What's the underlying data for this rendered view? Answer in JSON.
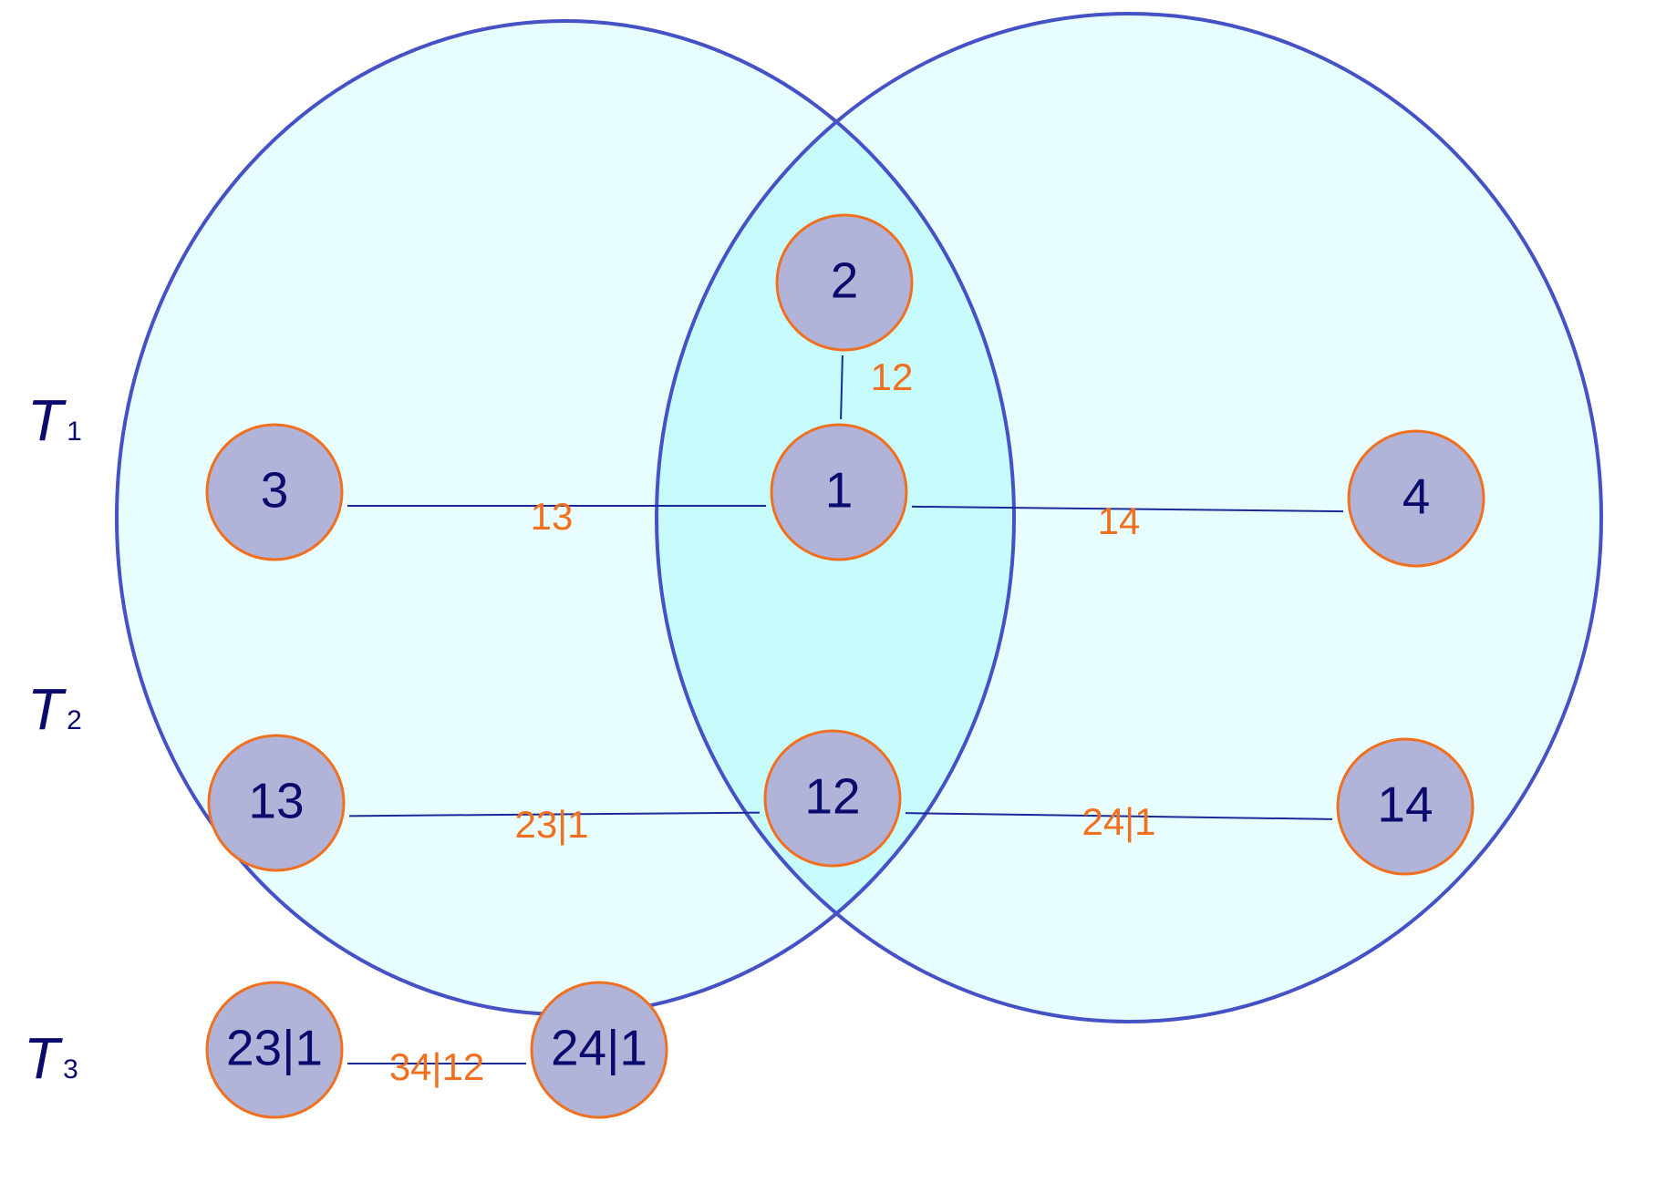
{
  "colors": {
    "region_fill": "#e8fdfd",
    "overlap_fill": "#c8fcfc",
    "region_stroke": "#4452c6",
    "node_fill": "#b1b3d9",
    "node_stroke": "#f07020",
    "node_text": "#0b0b6e",
    "edge": "#1a2a9a",
    "edge_label": "#f07020",
    "tree_label": "#0b0b6e"
  },
  "tree_labels": [
    {
      "letter": "T",
      "sub": "1"
    },
    {
      "letter": "T",
      "sub": "2"
    },
    {
      "letter": "T",
      "sub": "3"
    }
  ],
  "nodes": [
    {
      "id": "n2",
      "label": "2"
    },
    {
      "id": "n3",
      "label": "3"
    },
    {
      "id": "n1",
      "label": "1"
    },
    {
      "id": "n4",
      "label": "4"
    },
    {
      "id": "n13",
      "label": "13"
    },
    {
      "id": "n12",
      "label": "12"
    },
    {
      "id": "n14",
      "label": "14"
    },
    {
      "id": "n23_1",
      "label": "23|1"
    },
    {
      "id": "n24_1",
      "label": "24|1"
    }
  ],
  "edges": [
    {
      "from": "n2",
      "to": "n1",
      "label": "12"
    },
    {
      "from": "n3",
      "to": "n1",
      "label": "13"
    },
    {
      "from": "n1",
      "to": "n4",
      "label": "14"
    },
    {
      "from": "n13",
      "to": "n12",
      "label": "23|1"
    },
    {
      "from": "n12",
      "to": "n14",
      "label": "24|1"
    },
    {
      "from": "n23_1",
      "to": "n24_1",
      "label": "34|12"
    }
  ]
}
